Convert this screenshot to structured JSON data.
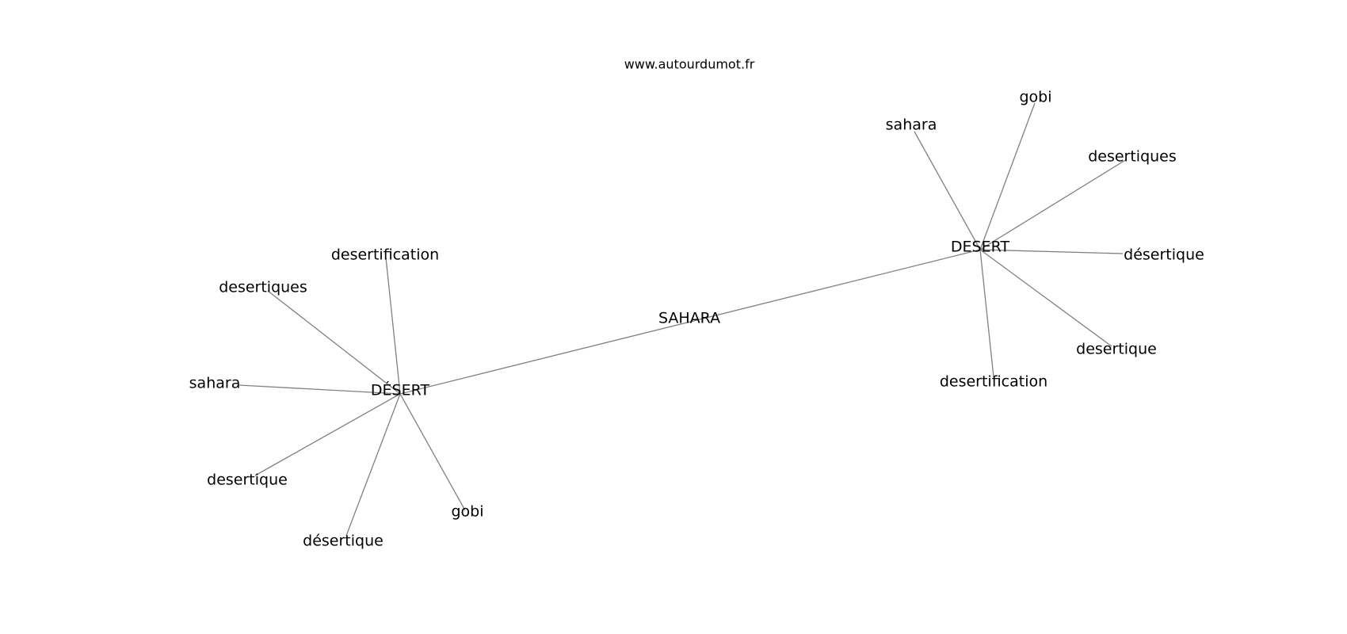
{
  "watermark": "www.autourdumot.fr",
  "colors": {
    "edge": "#808080",
    "label": "#000000",
    "background": "#ffffff"
  },
  "graph": {
    "nodes": [
      {
        "id": "sahara_center",
        "label": "SAHARA"
      },
      {
        "id": "desert_left",
        "label": "DÉSERT"
      },
      {
        "id": "desert_right",
        "label": "DESERT"
      },
      {
        "id": "l_desertification",
        "label": "desertification"
      },
      {
        "id": "l_desertiques",
        "label": "desertiques"
      },
      {
        "id": "l_sahara",
        "label": "sahara"
      },
      {
        "id": "l_desertique",
        "label": "desertique"
      },
      {
        "id": "l_desertique_acc",
        "label": "désertique"
      },
      {
        "id": "l_gobi",
        "label": "gobi"
      },
      {
        "id": "r_sahara",
        "label": "sahara"
      },
      {
        "id": "r_gobi",
        "label": "gobi"
      },
      {
        "id": "r_desertiques",
        "label": "desertiques"
      },
      {
        "id": "r_desertique_acc",
        "label": "désertique"
      },
      {
        "id": "r_desertique",
        "label": "desertique"
      },
      {
        "id": "r_desertification",
        "label": "desertification"
      }
    ],
    "edges": [
      [
        "desert_left",
        "desert_right"
      ],
      [
        "desert_left",
        "l_desertification"
      ],
      [
        "desert_left",
        "l_desertiques"
      ],
      [
        "desert_left",
        "l_sahara"
      ],
      [
        "desert_left",
        "l_desertique"
      ],
      [
        "desert_left",
        "l_desertique_acc"
      ],
      [
        "desert_left",
        "l_gobi"
      ],
      [
        "desert_right",
        "r_sahara"
      ],
      [
        "desert_right",
        "r_gobi"
      ],
      [
        "desert_right",
        "r_desertiques"
      ],
      [
        "desert_right",
        "r_desertique_acc"
      ],
      [
        "desert_right",
        "r_desertique"
      ],
      [
        "desert_right",
        "r_desertification"
      ]
    ]
  }
}
